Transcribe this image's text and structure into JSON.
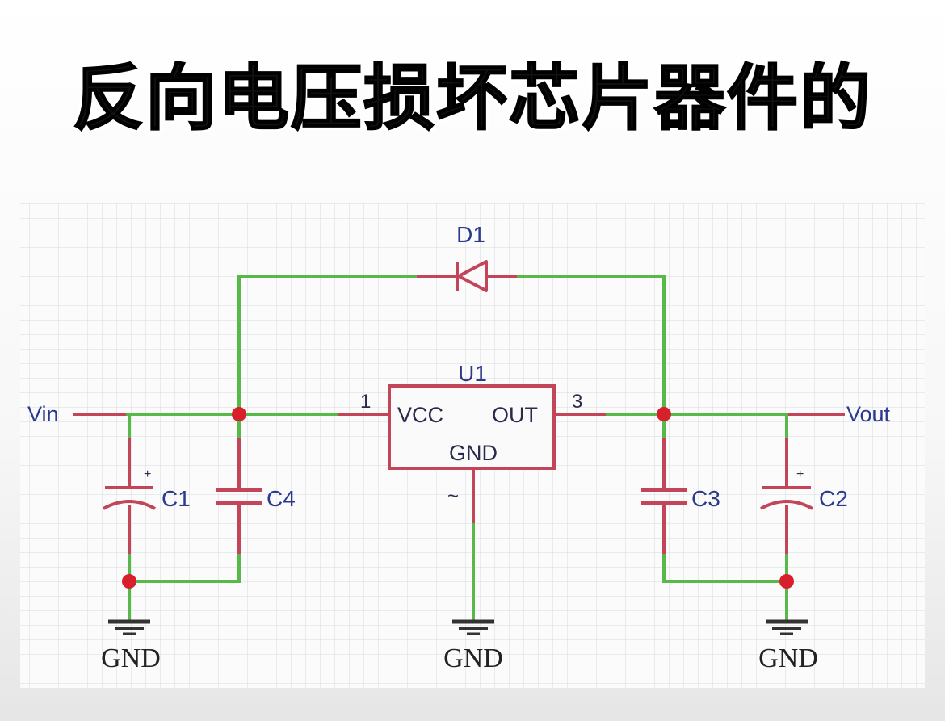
{
  "title": "反向电压损坏芯片器件的",
  "schematic": {
    "input_label": "Vin",
    "output_label": "Vout",
    "diode": {
      "ref": "D1"
    },
    "regulator": {
      "ref": "U1",
      "pin_vcc": "VCC",
      "pin_out": "OUT",
      "pin_gnd": "GND",
      "pin1_number": "1",
      "pin3_number": "3",
      "gnd_pin_mark": "~"
    },
    "capacitors": [
      {
        "ref": "C1",
        "polarized": true,
        "polarity_mark": "+"
      },
      {
        "ref": "C4",
        "polarized": false
      },
      {
        "ref": "C3",
        "polarized": false
      },
      {
        "ref": "C2",
        "polarized": true,
        "polarity_mark": "+"
      }
    ],
    "ground_labels": [
      "GND",
      "GND",
      "GND"
    ],
    "colors": {
      "wire_green": "#58b84a",
      "wire_red": "#c2455a",
      "junction_red": "#d8202c",
      "label_blue": "#2b3a8c",
      "grid": "#cfd3d8"
    }
  }
}
